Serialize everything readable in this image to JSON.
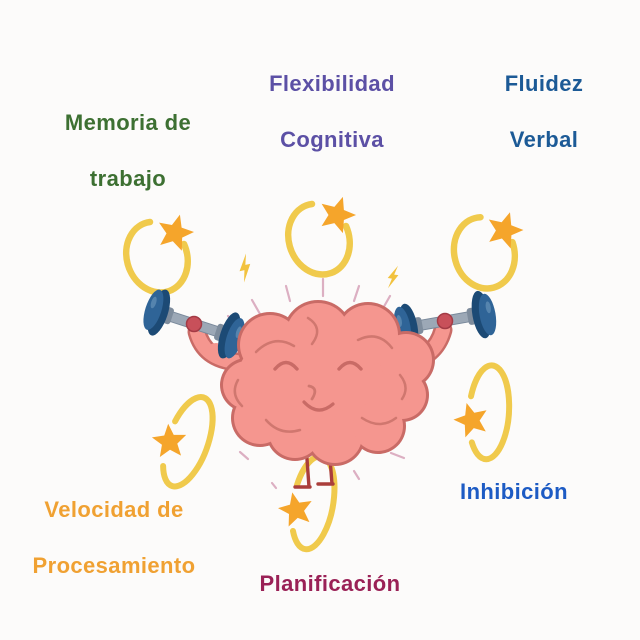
{
  "background_color": "#FCFBFA",
  "labels": {
    "memoria": {
      "line1": "Memoria de",
      "line2": "trabajo",
      "color": "#3D7032"
    },
    "flexibilidad": {
      "line1": "Flexibilidad",
      "line2": "Cognitiva",
      "color": "#5C50A5"
    },
    "fluidez": {
      "line1": "Fluidez",
      "line2": "Verbal",
      "color": "#1C5A96"
    },
    "velocidad": {
      "line1": "Velocidad de",
      "line2": "Procesamiento",
      "color": "#F0A132"
    },
    "planificacion": {
      "line1": "Planificación",
      "color": "#9A2156"
    },
    "inhibicion": {
      "line1": "Inhibición",
      "color": "#1D5BC4"
    }
  },
  "character": {
    "type": "smiling cartoon brain lifting two dumbbells",
    "expression": "eyes closed, smiling",
    "brain_color": "#F5968F",
    "brain_outline_color": "#C96B66",
    "dumbbell_color": "#1C4A75",
    "leg_color": "#AA3E3B"
  },
  "decorations": {
    "star_swirl_positions": [
      "top-left",
      "top-center",
      "top-right",
      "mid-left",
      "bottom-center",
      "mid-right"
    ],
    "star_color": "#F5A52B",
    "swirl_color": "#F0CA4C",
    "lightning_bolt_count": 2,
    "lightning_color": "#F2C23E",
    "sparkle_line_color": "#DCAFC2"
  }
}
